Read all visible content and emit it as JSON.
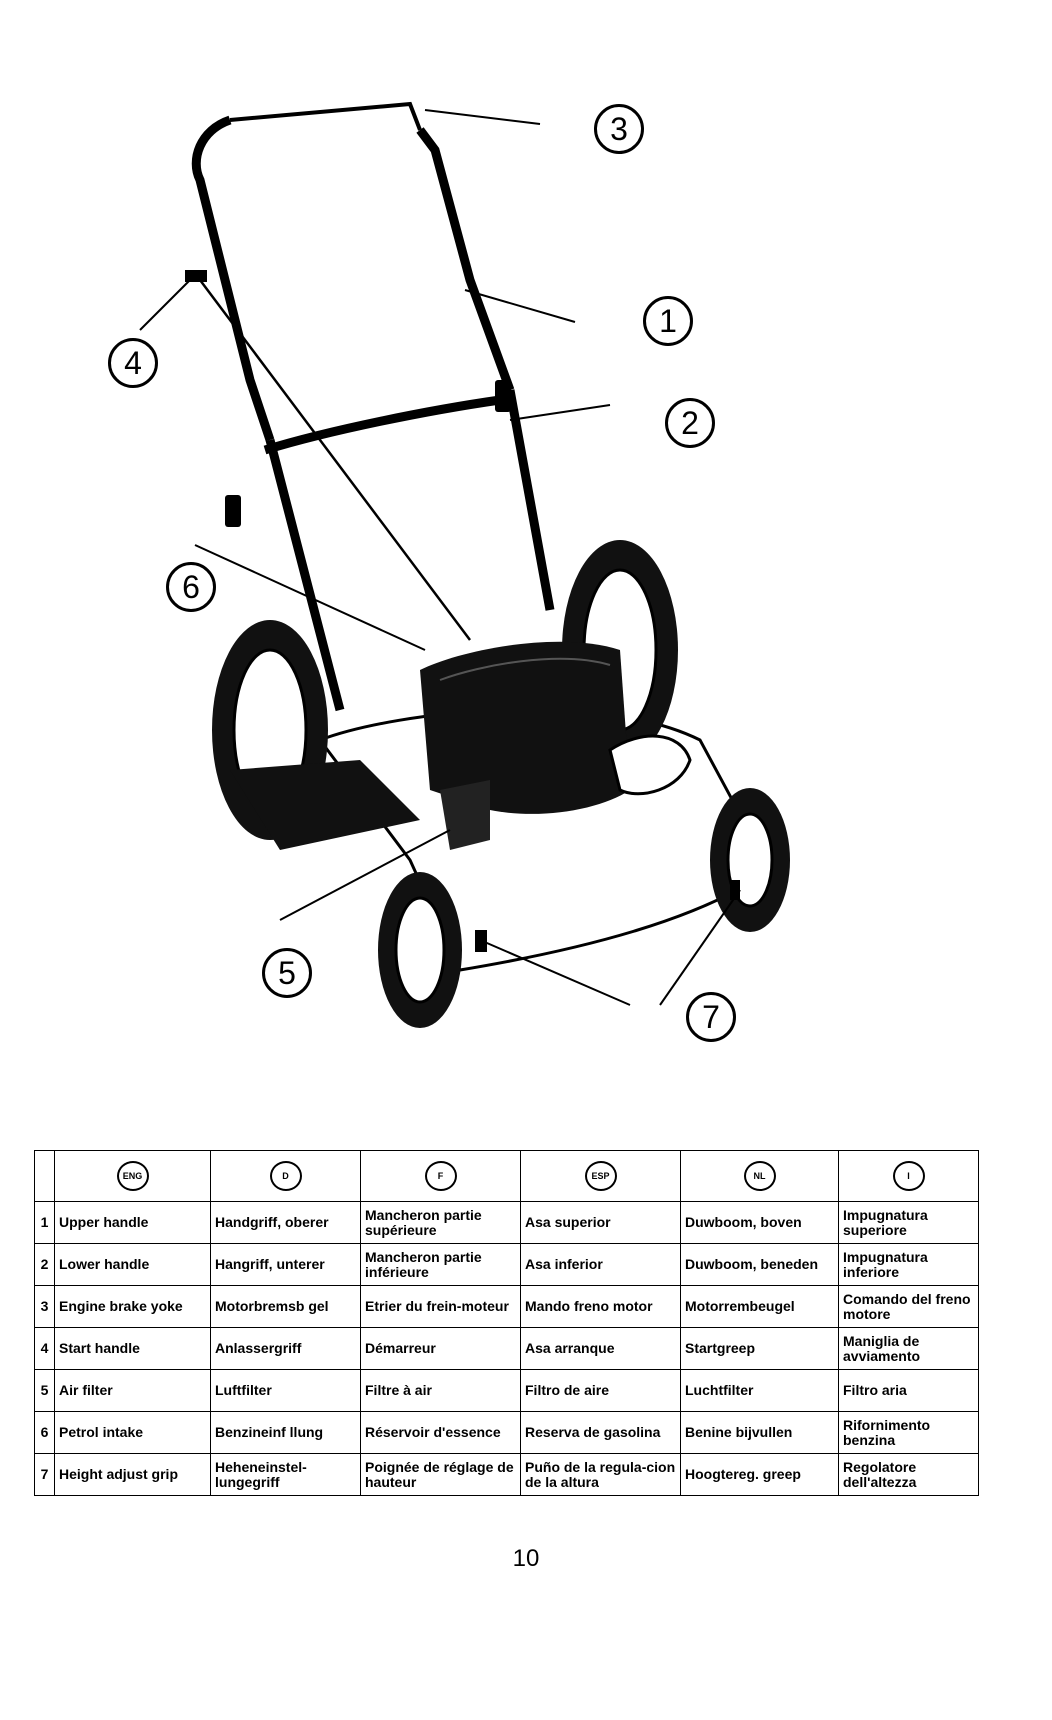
{
  "callouts": [
    "1",
    "2",
    "3",
    "4",
    "5",
    "6",
    "7"
  ],
  "table": {
    "languages": [
      "ENG",
      "D",
      "F",
      "ESP",
      "NL",
      "I"
    ],
    "rows": [
      {
        "num": "1",
        "cells": [
          "Upper handle",
          "Handgriff, oberer",
          "Mancheron partie supérieure",
          "Asa superior",
          "Duwboom, boven",
          "Impugnatura superiore"
        ]
      },
      {
        "num": "2",
        "cells": [
          "Lower handle",
          "Hangriff, unterer",
          "Mancheron partie inférieure",
          "Asa inferior",
          "Duwboom, beneden",
          "Impugnatura inferiore"
        ]
      },
      {
        "num": "3",
        "cells": [
          "Engine brake yoke",
          "Motorbremsb gel",
          "Etrier du frein-moteur",
          "Mando freno motor",
          "Motorrembeugel",
          "Comando del freno motore"
        ]
      },
      {
        "num": "4",
        "cells": [
          "Start handle",
          "Anlassergriff",
          "Démarreur",
          "Asa arranque",
          "Startgreep",
          "Maniglia de avviamento"
        ]
      },
      {
        "num": "5",
        "cells": [
          "Air filter",
          "Luftfilter",
          "Filtre à air",
          "Filtro de aire",
          "Luchtfilter",
          "Filtro aria"
        ]
      },
      {
        "num": "6",
        "cells": [
          "Petrol intake",
          "Benzineinf llung",
          "Réservoir d'essence",
          "Reserva de gasolina",
          "Benine bijvullen",
          "Rifornimento benzina"
        ]
      },
      {
        "num": "7",
        "cells": [
          "Height adjust grip",
          "Heheneinstel-lungegriff",
          "Poignée de réglage de hauteur",
          "Puño de la regula-cion de la altura",
          "Hoogtereg. greep",
          "Regolatore dell'altezza"
        ]
      }
    ]
  },
  "page_number": "10"
}
